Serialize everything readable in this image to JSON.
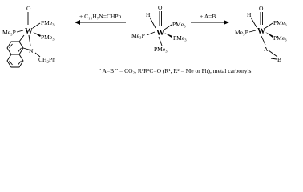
{
  "reagents": {
    "left_arrow": "+ C₁₀H₇N=CHPh",
    "right_arrow": "+ A=B"
  },
  "center_complex": {
    "metal": "W",
    "oxo": "O",
    "h": "H",
    "ligands": [
      "PMe₃",
      "PMe₃",
      "Me₃P",
      "PMe₃"
    ]
  },
  "left_complex": {
    "metal": "W",
    "oxo": "O",
    "ligands": [
      "PMe₃",
      "Me₃P",
      "PMe₃"
    ],
    "n": "N",
    "ch2ph": "CH₂Ph"
  },
  "right_complex": {
    "metal": "W",
    "oxo": "O",
    "h": "H",
    "ligands": [
      "PMe₃",
      "Me₃P",
      "PMe₃"
    ],
    "a": "A",
    "b": "B"
  },
  "caption": "\" A=B \" = CO₂, R¹R²C=O (R¹, R² = Me or Ph), metal carbonyls",
  "colors": {
    "ink": "#000000",
    "background": "#ffffff"
  }
}
